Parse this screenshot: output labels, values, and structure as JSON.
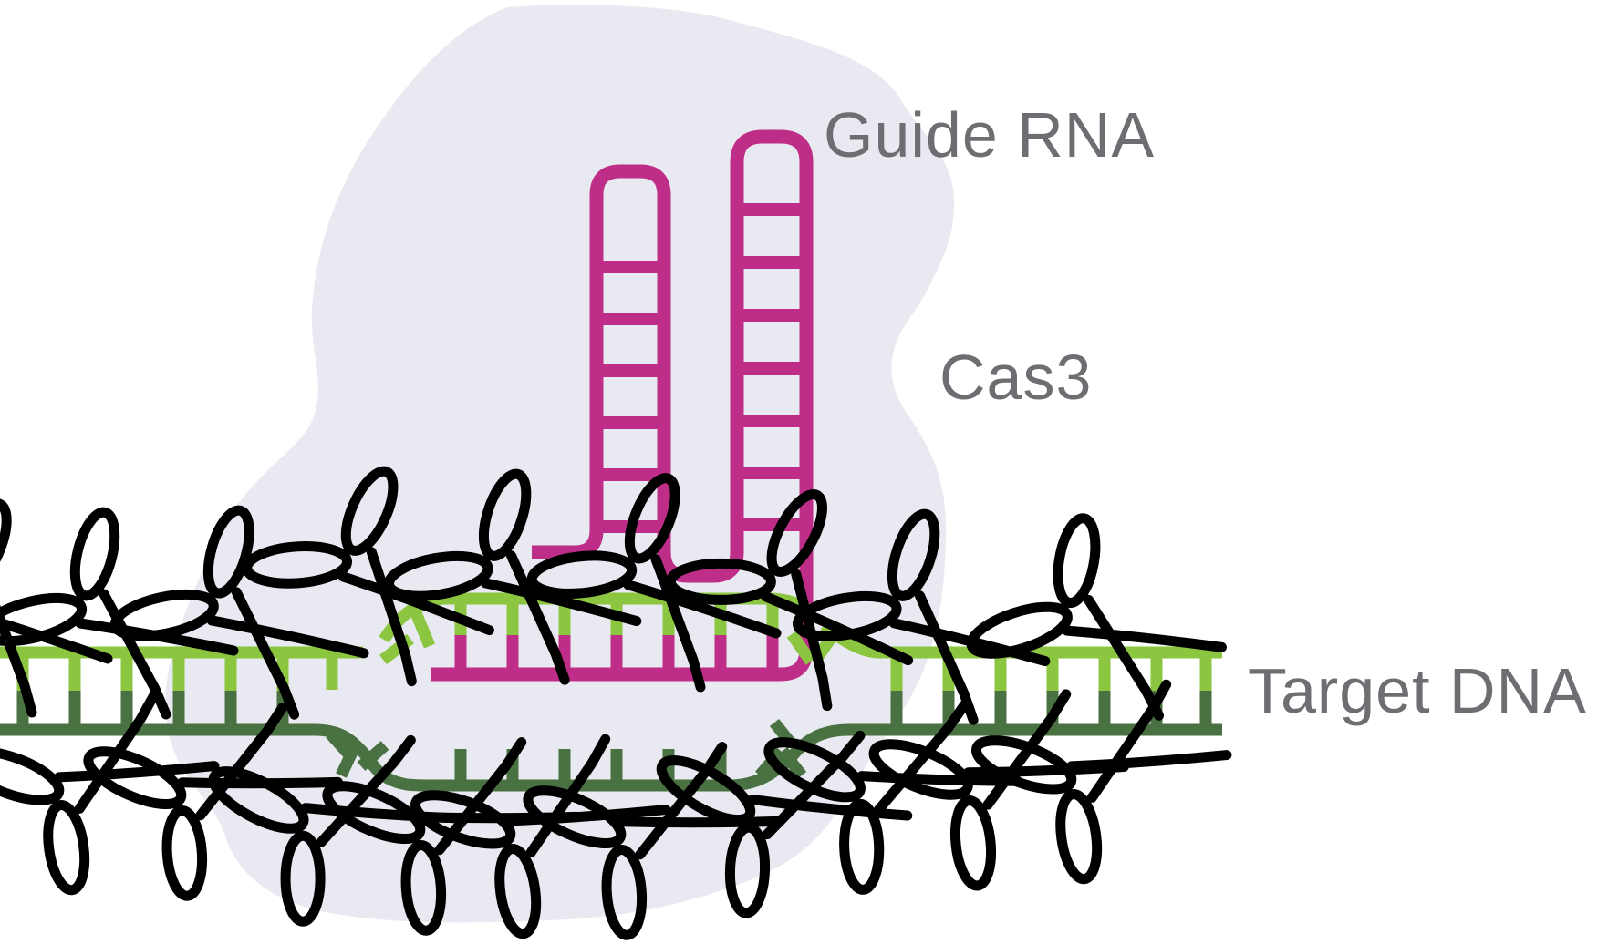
{
  "diagram": {
    "labels": {
      "guide_rna": "Guide RNA",
      "cas3": "Cas3",
      "target_dna": "Target DNA"
    },
    "colors": {
      "rna_pink": "#BE2D87",
      "dna_light_green": "#8CC540",
      "dna_dark_green": "#4A7141",
      "cas3_blob": "#E9E9F1",
      "label_gray": "#6D6E71",
      "scissors_black": "#000000",
      "background": "#FFFFFF"
    },
    "icons": {
      "scissors": "scissors-icon"
    },
    "structure": {
      "guide_rna_hairpins": 2,
      "hairpin1_rungs": 6,
      "hairpin2_rungs": 7,
      "rna_dna_hybrid_rungs": 7,
      "scissors_count": 19
    }
  }
}
